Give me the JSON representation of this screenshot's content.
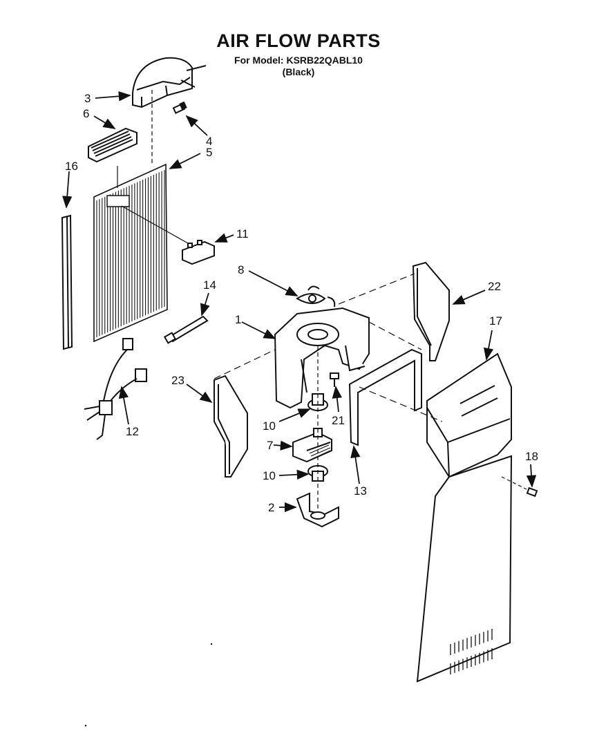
{
  "header": {
    "title": "AIR FLOW PARTS",
    "model_line": "For Model: KSRB22QABL10",
    "color_line": "(Black)"
  },
  "callouts": [
    {
      "id": "3",
      "label": "3"
    },
    {
      "id": "6",
      "label": "6"
    },
    {
      "id": "4",
      "label": "4"
    },
    {
      "id": "5",
      "label": "5"
    },
    {
      "id": "16",
      "label": "16"
    },
    {
      "id": "11",
      "label": "11"
    },
    {
      "id": "8",
      "label": "8"
    },
    {
      "id": "22",
      "label": "22"
    },
    {
      "id": "14",
      "label": "14"
    },
    {
      "id": "1",
      "label": "1"
    },
    {
      "id": "17",
      "label": "17"
    },
    {
      "id": "23",
      "label": "23"
    },
    {
      "id": "12",
      "label": "12"
    },
    {
      "id": "10a",
      "label": "10"
    },
    {
      "id": "21",
      "label": "21"
    },
    {
      "id": "7",
      "label": "7"
    },
    {
      "id": "13",
      "label": "13"
    },
    {
      "id": "18",
      "label": "18"
    },
    {
      "id": "10b",
      "label": "10"
    },
    {
      "id": "2",
      "label": "2"
    }
  ]
}
